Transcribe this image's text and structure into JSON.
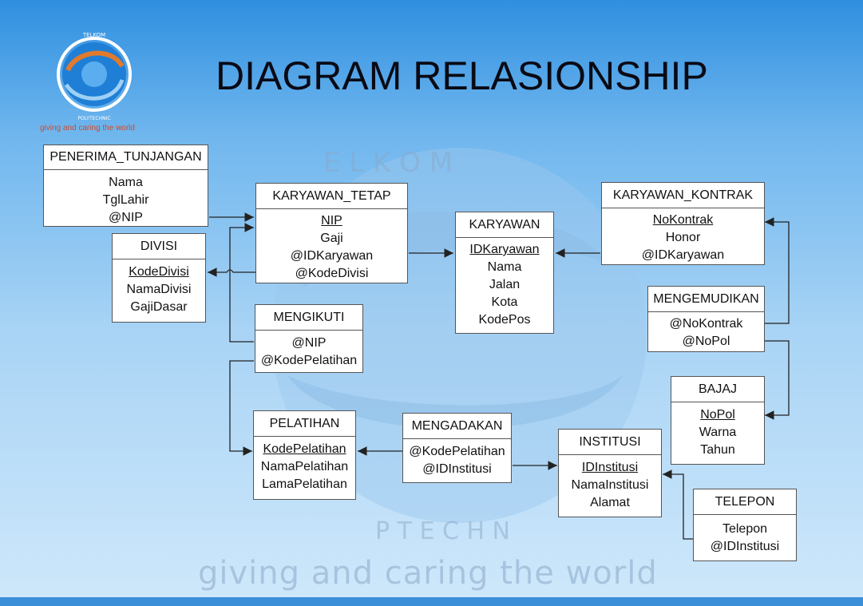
{
  "title": "DIAGRAM RELASIONSHIP",
  "logo": {
    "tagline": "giving and caring the world",
    "ring_text_top": "TELKOM",
    "ring_text_bottom": "POLYTECHNIC"
  },
  "watermark": {
    "tagline": "giving and caring the world",
    "letters_top": "E L K O M",
    "letters_bottom": "P T E C H N"
  },
  "colors": {
    "accent": "#2f8fe0",
    "logo_orange": "#e07a2c",
    "line": "#222222"
  },
  "entities": {
    "penerima_tunjangan": {
      "name": "PENERIMA_TUNJANGAN",
      "attrs": [
        "Nama",
        "TglLahir",
        "@NIP"
      ]
    },
    "divisi": {
      "name": "DIVISI",
      "pk": "KodeDivisi",
      "attrs": [
        "NamaDivisi",
        "GajiDasar"
      ]
    },
    "karyawan_tetap": {
      "name": "KARYAWAN_TETAP",
      "pk": "NIP",
      "attrs": [
        "Gaji",
        "@IDKaryawan",
        "@KodeDivisi"
      ]
    },
    "karyawan": {
      "name": "KARYAWAN",
      "pk": "IDKaryawan",
      "attrs": [
        "Nama",
        "Jalan",
        "Kota",
        "KodePos"
      ]
    },
    "karyawan_kontrak": {
      "name": "KARYAWAN_KONTRAK",
      "pk": "NoKontrak",
      "attrs": [
        "Honor",
        "@IDKaryawan"
      ]
    },
    "mengemudikan": {
      "name": "MENGEMUDIKAN",
      "attrs": [
        "@NoKontrak",
        "@NoPol"
      ]
    },
    "mengikuti": {
      "name": "MENGIKUTI",
      "attrs": [
        "@NIP",
        "@KodePelatihan"
      ]
    },
    "bajaj": {
      "name": "BAJAJ",
      "pk": "NoPol",
      "attrs": [
        "Warna",
        "Tahun"
      ]
    },
    "pelatihan": {
      "name": "PELATIHAN",
      "pk": "KodePelatihan",
      "attrs": [
        "NamaPelatihan",
        "LamaPelatihan"
      ]
    },
    "mengadakan": {
      "name": "MENGADAKAN",
      "attrs": [
        "@KodePelatihan",
        "@IDInstitusi"
      ]
    },
    "institusi": {
      "name": "INSTITUSI",
      "pk": "IDInstitusi",
      "attrs": [
        "NamaInstitusi",
        "Alamat"
      ]
    },
    "telepon": {
      "name": "TELEPON",
      "attrs": [
        "Telepon",
        "@IDInstitusi"
      ]
    }
  }
}
